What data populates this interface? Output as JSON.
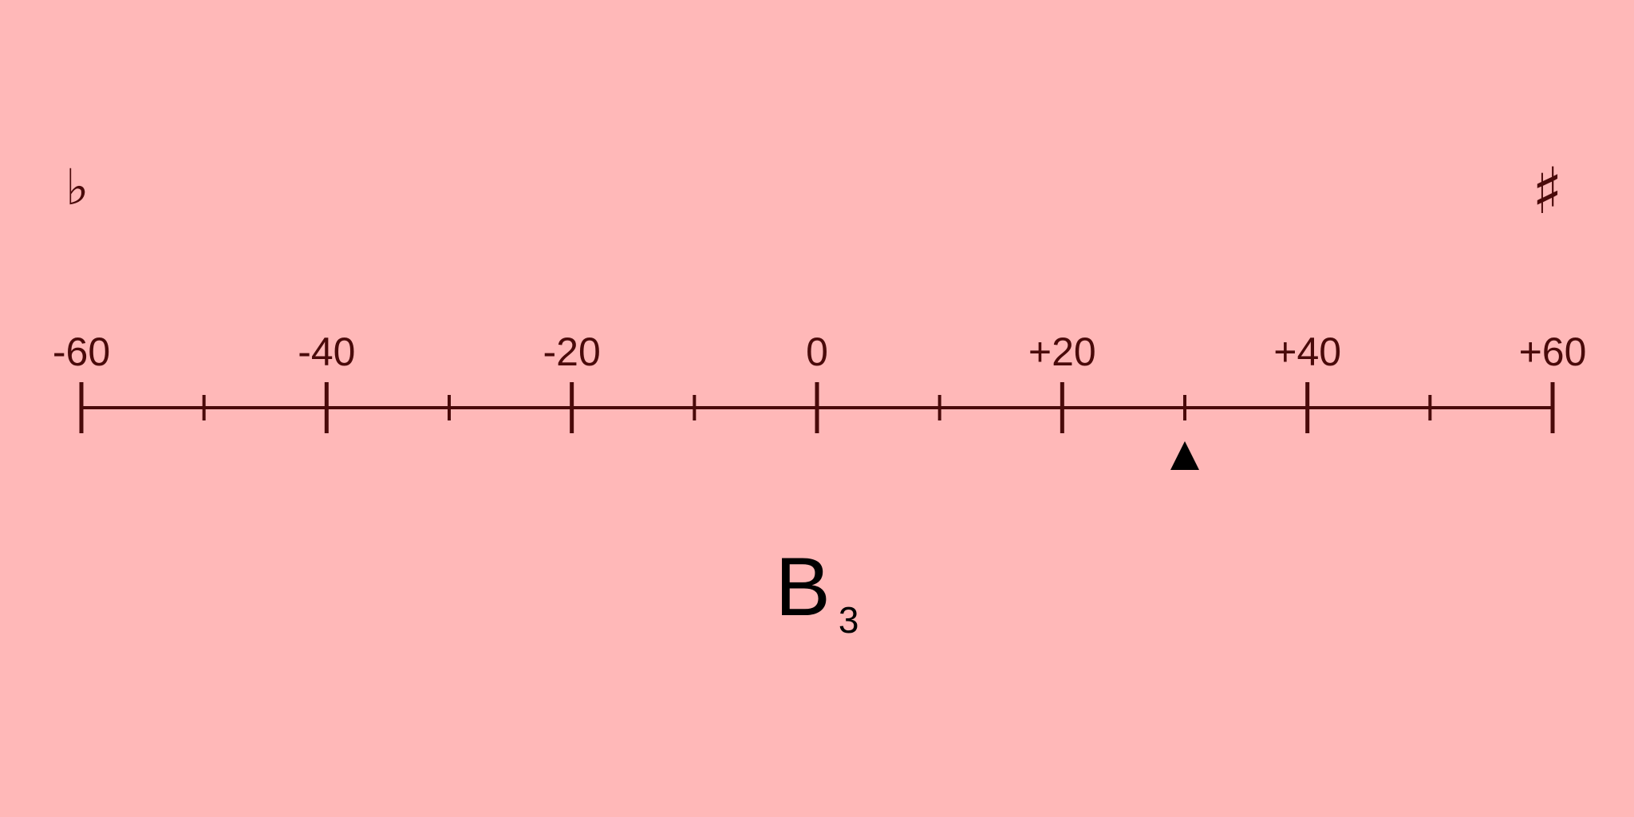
{
  "tuner": {
    "flat_symbol": "♭",
    "sharp_symbol": "♯",
    "scale": {
      "min_cents": -60,
      "max_cents": 60,
      "major_step": 20,
      "minor_step": 10,
      "labels": [
        "-60",
        "-40",
        "-20",
        "0",
        "+20",
        "+40",
        "+60"
      ]
    },
    "indicator": {
      "cents": 30,
      "symbol": "▲"
    },
    "note": {
      "letter": "B",
      "octave": "3"
    },
    "colors": {
      "background": "#ffb8b8",
      "scale": "#4a0a0a",
      "indicator": "#000000",
      "note_text": "#000000"
    }
  }
}
